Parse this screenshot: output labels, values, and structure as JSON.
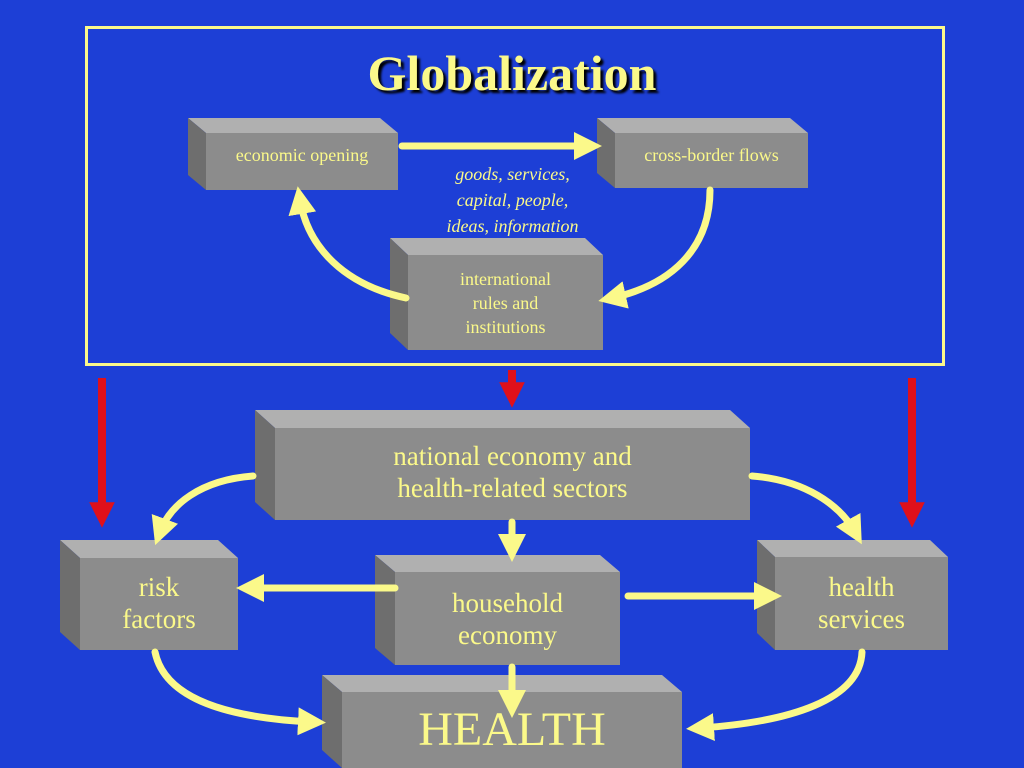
{
  "title": "Globalization",
  "top_boxes": {
    "economic_opening": "economic opening",
    "cross_border_flows": "cross-border flows",
    "flows_note_line1": "goods, services,",
    "flows_note_line2": "capital, people,",
    "flows_note_line3": "ideas, information",
    "intl_line1": "international",
    "intl_line2": "rules and",
    "intl_line3": "institutions"
  },
  "bottom_boxes": {
    "national_line1": "national economy and",
    "national_line2": "health-related sectors",
    "risk_line1": "risk",
    "risk_line2": "factors",
    "household_line1": "household",
    "household_line2": "economy",
    "services_line1": "health",
    "services_line2": "services",
    "health": "HEALTH"
  },
  "colors": {
    "background": "#1d3fd6",
    "accent_yellow": "#fbf98a",
    "box_gray": "#8c8c8c",
    "arrow_red": "#e0101a"
  }
}
